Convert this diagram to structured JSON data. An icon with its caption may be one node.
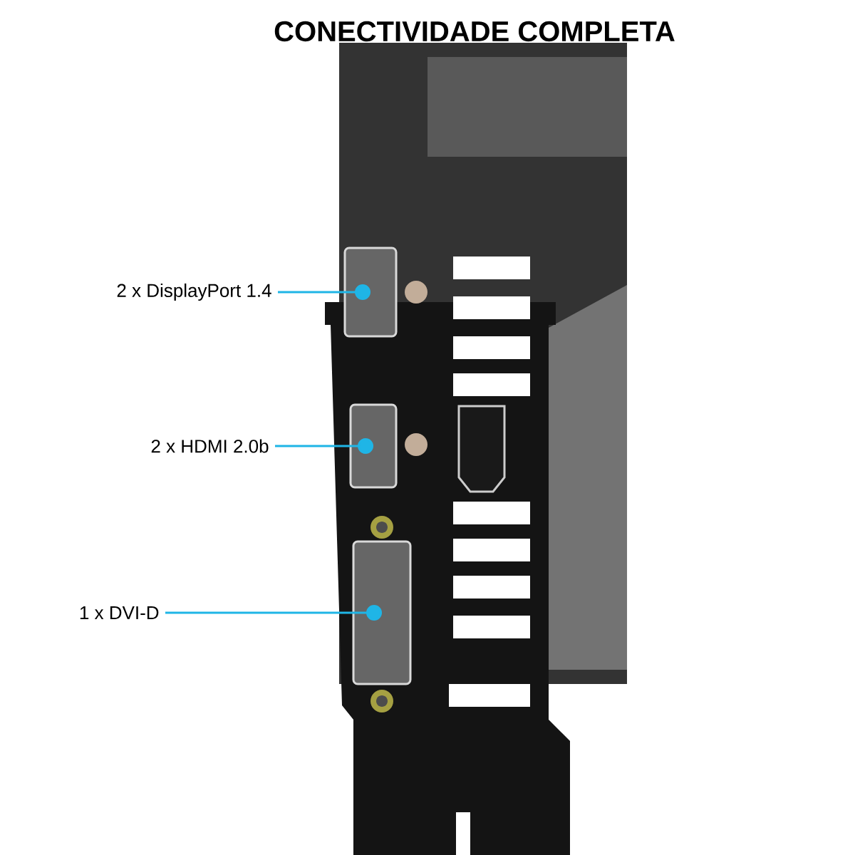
{
  "diagram": {
    "title": "CONECTIVIDADE COMPLETA",
    "nodes": [
      {
        "text": [
          "2 x  DisplayPort 1.4"
        ]
      },
      {
        "text": [
          "2 x HDMI 2.0b"
        ]
      },
      {
        "text": [
          "1 x DVI-D"
        ]
      },
      {
        "text": [],
        "shape": "picture"
      },
      {
        "text": [],
        "shape": "picture"
      },
      {
        "text": [],
        "shape": "picture"
      }
    ],
    "edges": [
      {
        "from": 0,
        "to": 3,
        "arrow": "other"
      },
      {
        "from": 1,
        "to": 4,
        "arrow": "other"
      },
      {
        "from": 2,
        "to": 5,
        "arrow": "other"
      }
    ]
  }
}
